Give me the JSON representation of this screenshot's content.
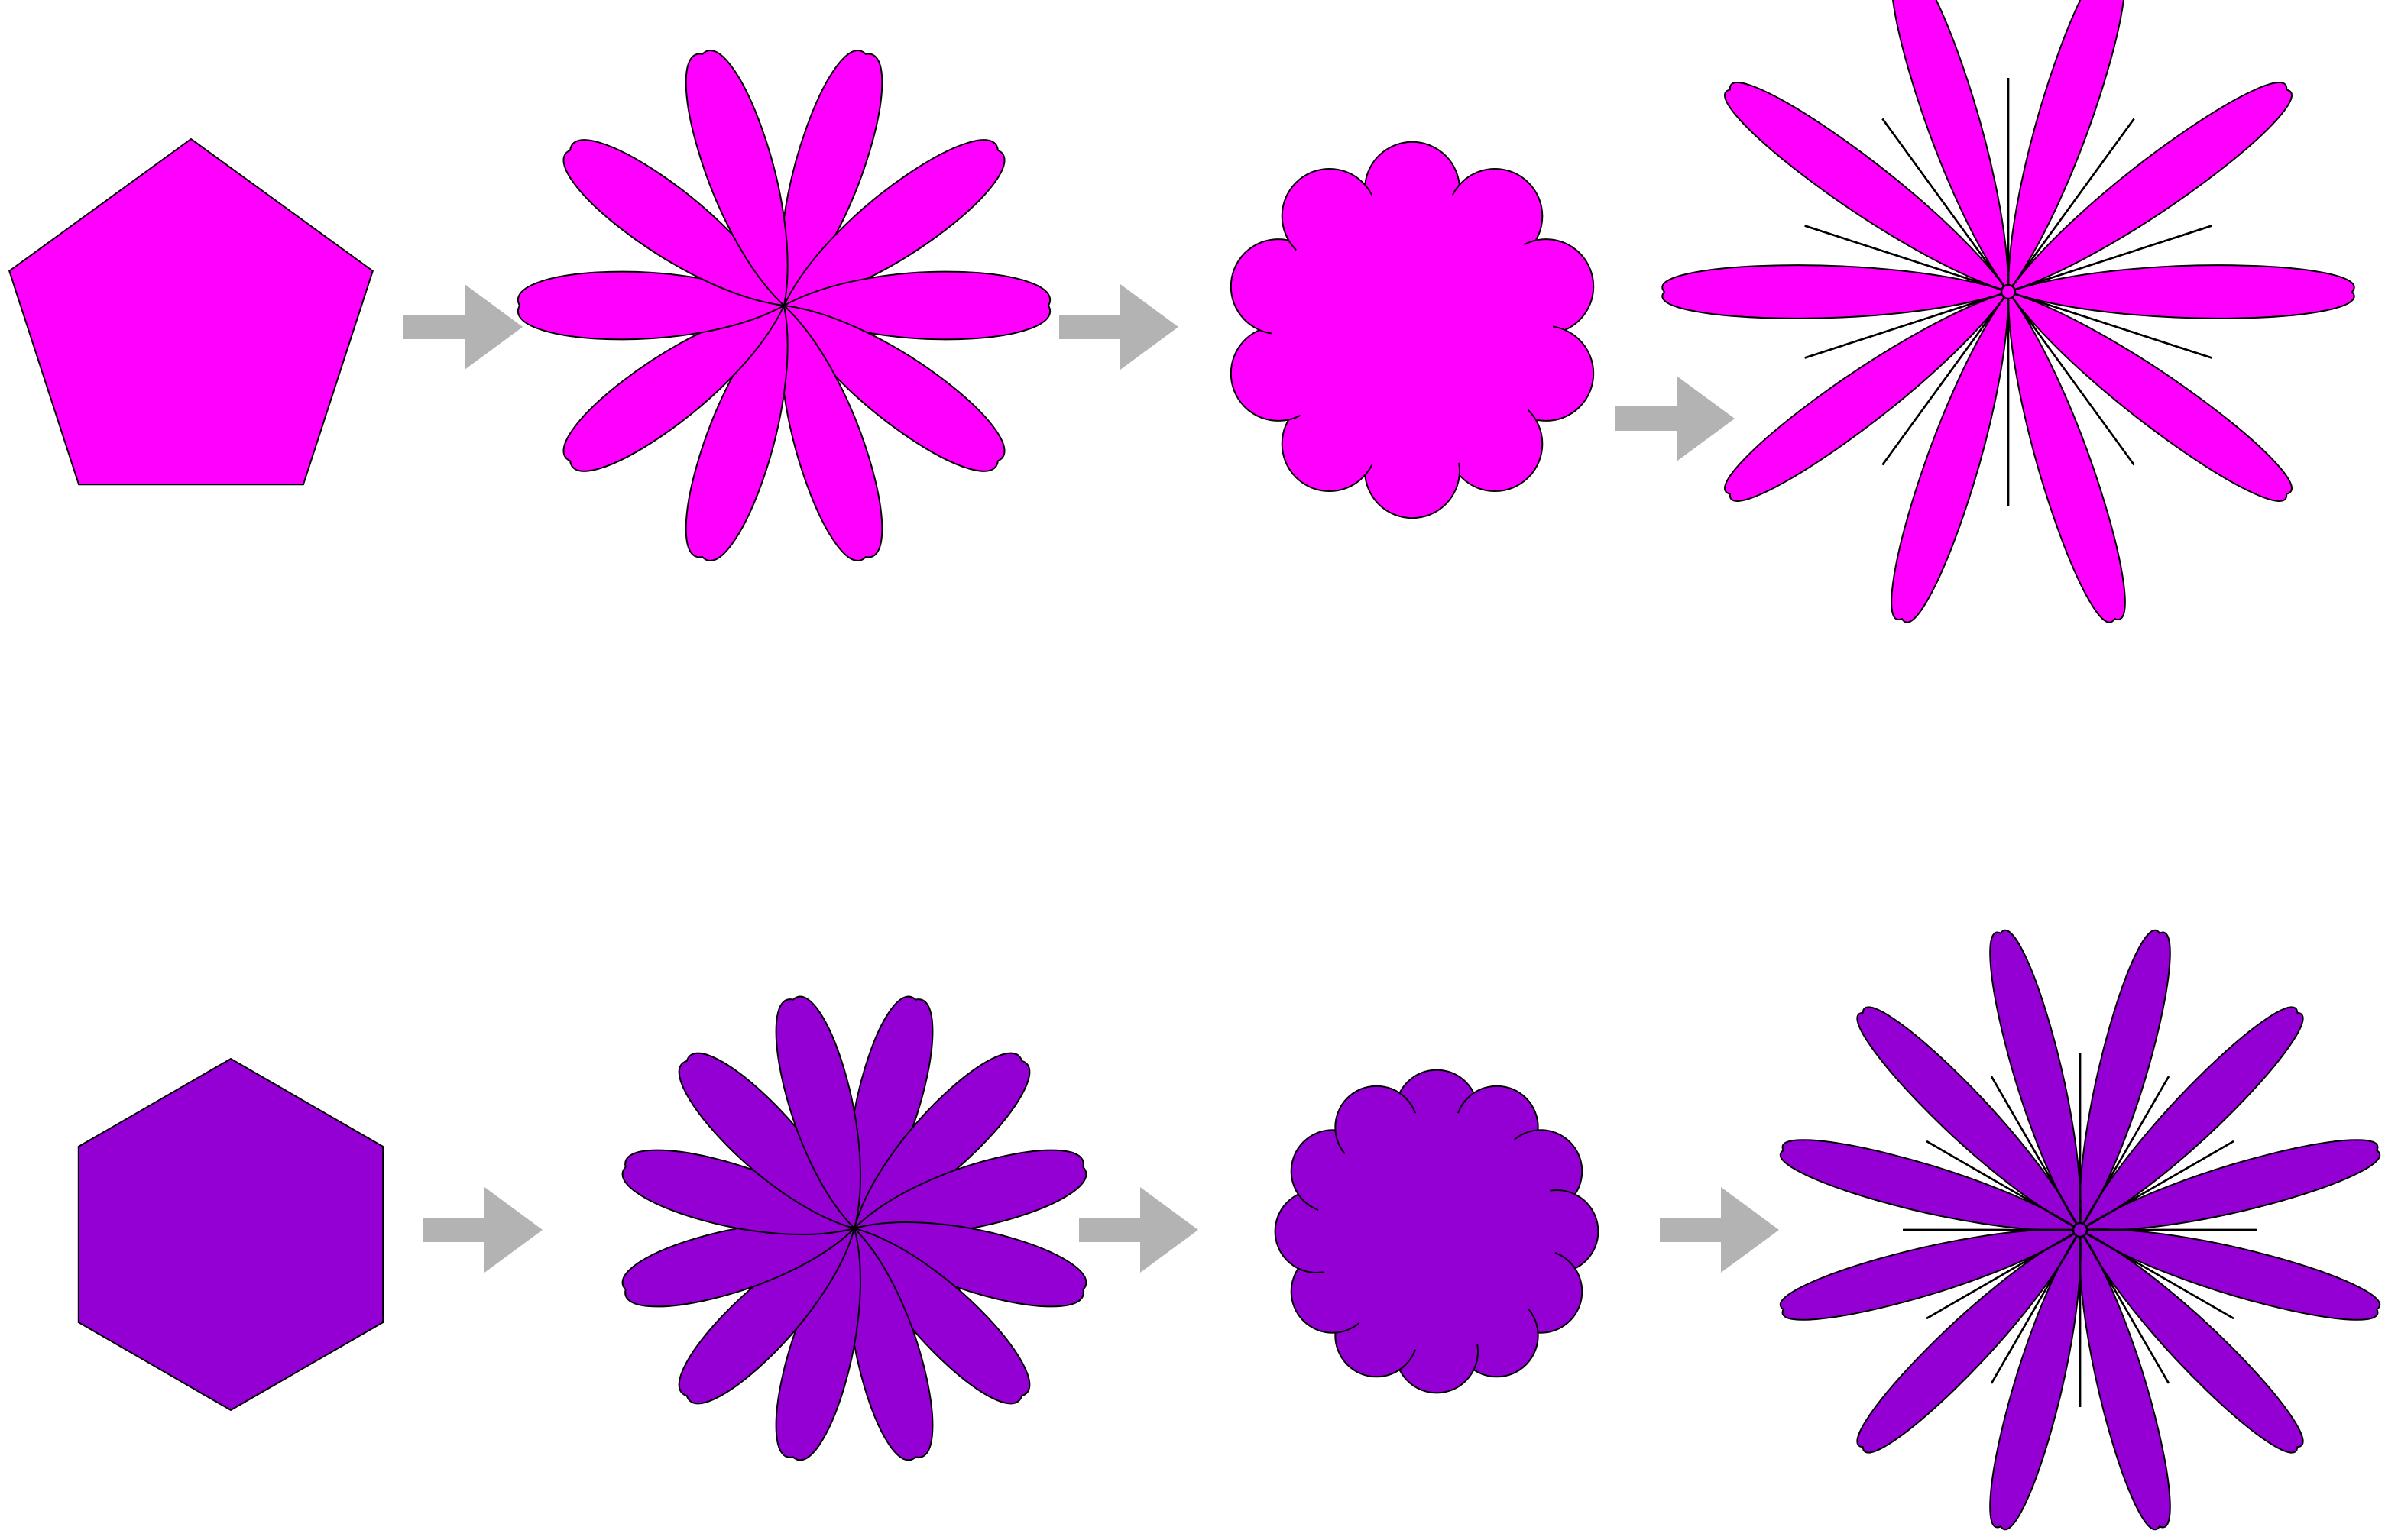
{
  "colors": {
    "background": "#ffffff",
    "outline": "#000000",
    "arrow": "#b3b3b3"
  },
  "rows": [
    {
      "name": "pentagon-row",
      "fill": "#ff00ff",
      "sides": 5,
      "stages": [
        {
          "shape": "polygon",
          "sides": 5
        },
        {
          "shape": "petal-flower",
          "petals": 10
        },
        {
          "shape": "scalloped-blossom",
          "lobes": 10
        },
        {
          "shape": "spiky-petal-flower",
          "petals": 10,
          "spikes": 10
        }
      ]
    },
    {
      "name": "hexagon-row",
      "fill": "#9400d3",
      "sides": 6,
      "stages": [
        {
          "shape": "polygon",
          "sides": 6
        },
        {
          "shape": "petal-flower",
          "petals": 12
        },
        {
          "shape": "scalloped-blossom",
          "lobes": 12
        },
        {
          "shape": "spiky-petal-flower",
          "petals": 12,
          "spikes": 12
        }
      ]
    }
  ],
  "arrows_per_row": 3
}
